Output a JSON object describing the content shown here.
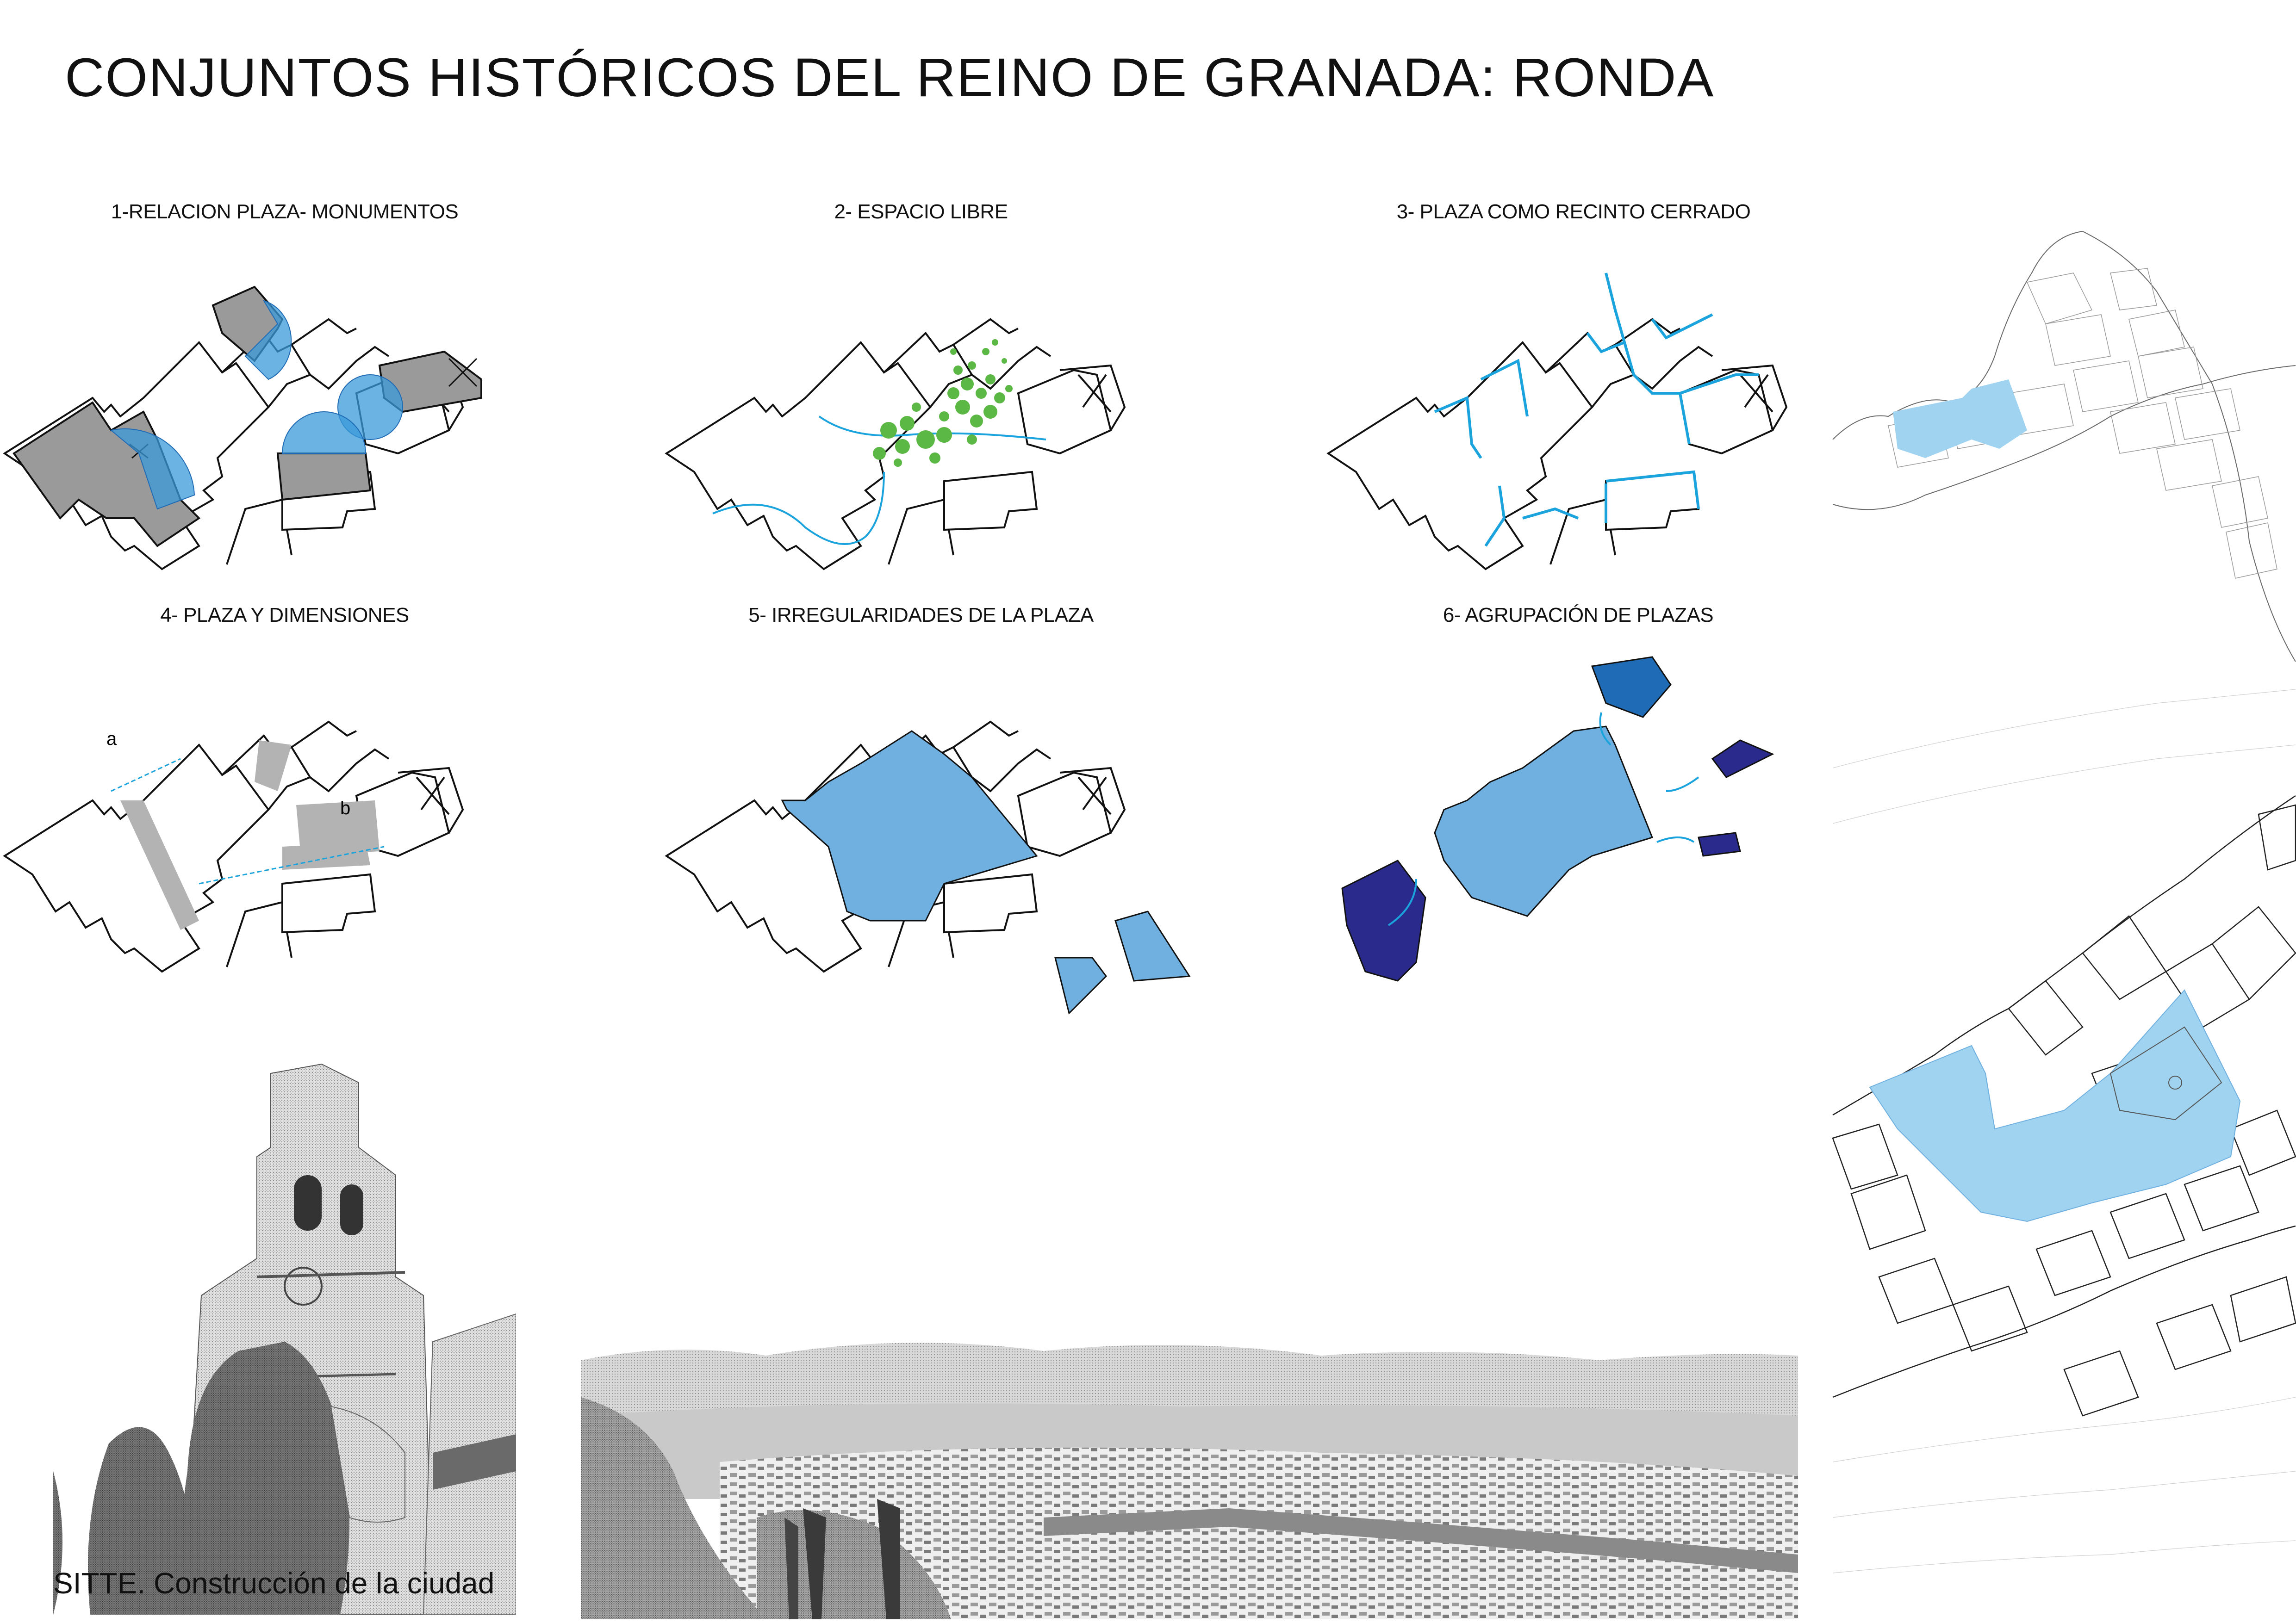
{
  "title": "CONJUNTOS HISTÓRICOS DEL REINO DE GRANADA: RONDA",
  "panels": [
    {
      "label": "1-RELACION PLAZA- MONUMENTOS"
    },
    {
      "label": "2- ESPACIO LIBRE"
    },
    {
      "label": "3- PLAZA COMO RECINTO CERRADO"
    },
    {
      "label": "4- PLAZA Y DIMENSIONES"
    },
    {
      "label": "5- IRREGULARIDADES DE LA PLAZA"
    },
    {
      "label": "6- AGRUPACIÓN DE PLAZAS"
    }
  ],
  "dimension_labels": {
    "a": "a",
    "b": "b"
  },
  "caption": "SITTE. Construcción de la ciudad",
  "colors": {
    "plaza_blue": "#6fb0e0",
    "light_blue": "#9fd3f0",
    "line_blue": "#1aa3dc",
    "dark_navy": "#2a2a8c",
    "mid_blue": "#1f6bb5",
    "tree_green": "#5cb844",
    "building_grey": "#9a9a9a"
  }
}
